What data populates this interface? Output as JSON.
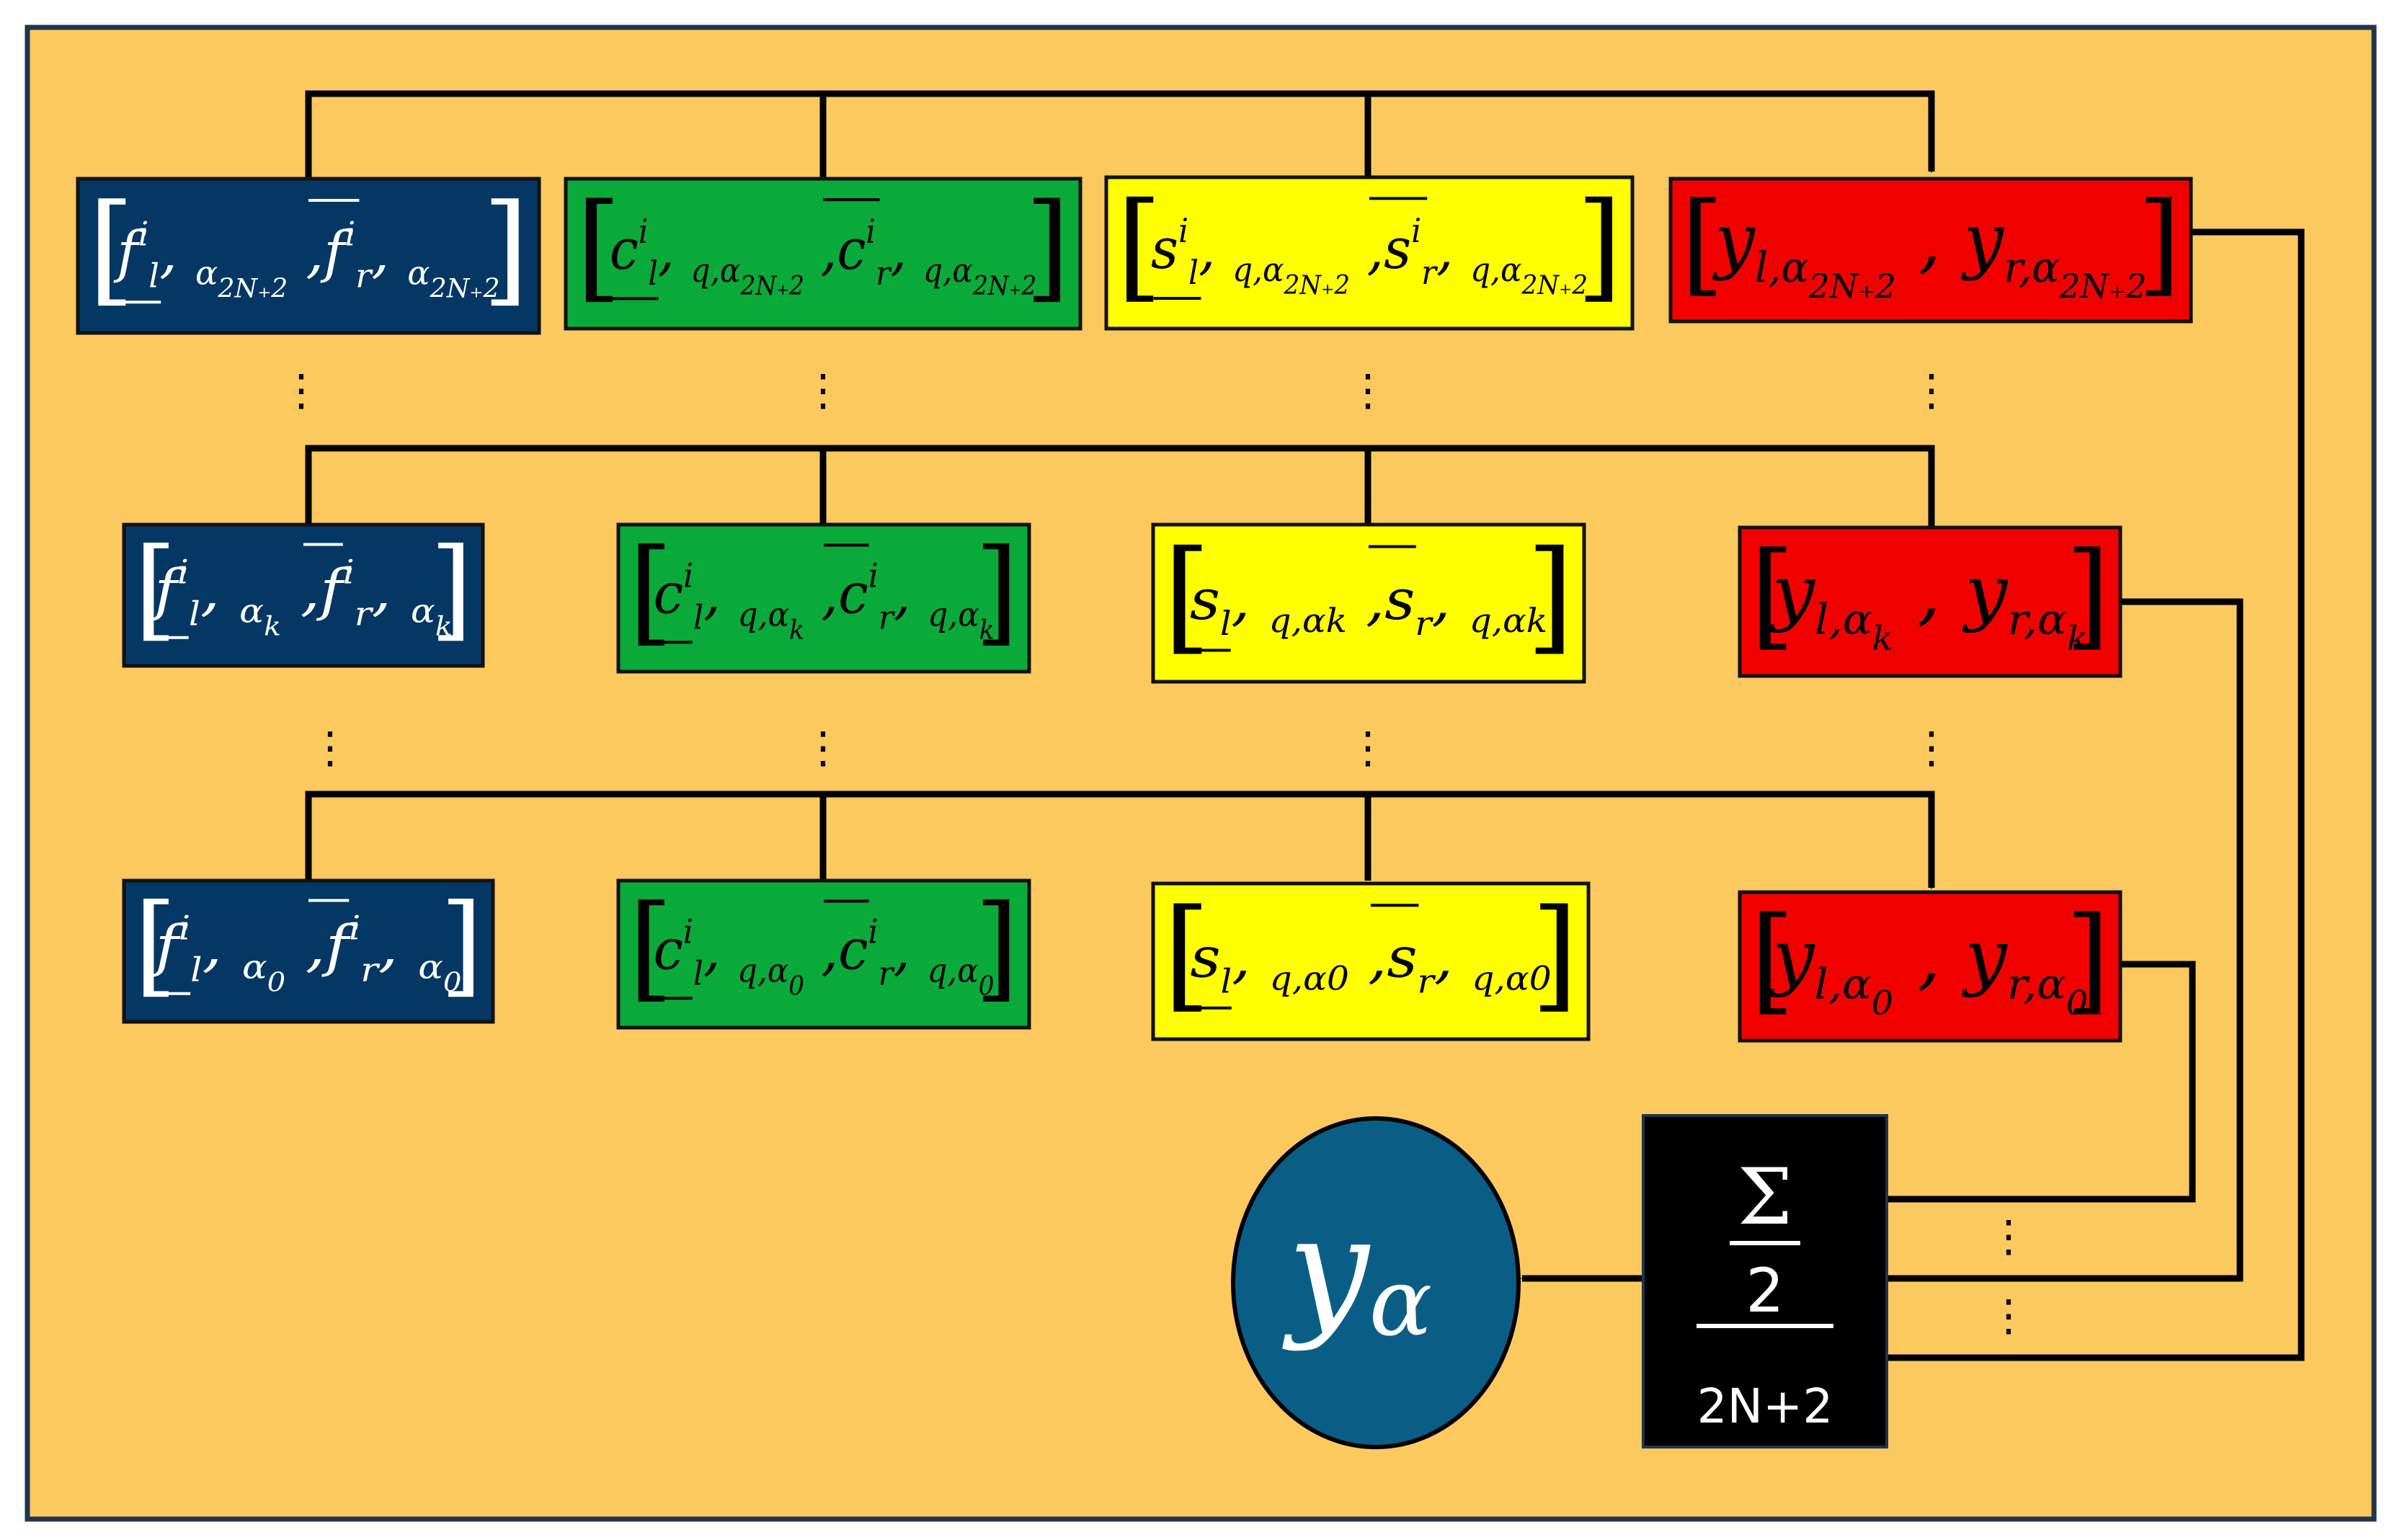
{
  "colors": {
    "frame_bg": "#FCC95F",
    "frame_border": "#1F3550",
    "blue_box": "#053764",
    "green_box": "#0AAA3A",
    "yellow_box": "#FFFF00",
    "red_box": "#F20000",
    "sum_box": "#000000",
    "output_node": "#0A5E86",
    "wire": "#000000"
  },
  "rows": [
    {
      "level_sub": "2N+2",
      "blue": {
        "base": "f",
        "left": "l",
        "right": "r",
        "sup": "i",
        "alpha_sub": "α",
        "alpha_subsub": "2N₊2"
      },
      "green": {
        "base": "c",
        "left": "l",
        "right": "r",
        "sup": "i",
        "q": "q,",
        "alpha_sub": "α",
        "alpha_subsub": "2N₊2"
      },
      "yellow": {
        "base": "s",
        "left": "l",
        "right": "r",
        "sup": "i",
        "q": "q,",
        "alpha_sub": "α",
        "alpha_subsub": "2N₊2"
      },
      "red": {
        "base": "y",
        "left": "l,α",
        "right": "r,α",
        "alpha_subsub": "2N₊2"
      }
    },
    {
      "level_sub": "k",
      "blue": {
        "base": "f",
        "left": "l",
        "right": "r",
        "sup": "i",
        "alpha_sub": "α",
        "alpha_subsub": "k"
      },
      "green": {
        "base": "c",
        "left": "l",
        "right": "r",
        "sup": "i",
        "q": "q,α",
        "alpha_subsub": "k"
      },
      "yellow": {
        "base": "s",
        "left": "l",
        "right": "r",
        "q": "q,αk"
      },
      "red": {
        "base": "y",
        "left": "l,α",
        "right": "r,α",
        "alpha_subsub": "k"
      }
    },
    {
      "level_sub": "0",
      "blue": {
        "base": "f",
        "left": "l",
        "right": "r",
        "sup": "i",
        "alpha_sub": "α",
        "alpha_subsub": "0"
      },
      "green": {
        "base": "c",
        "left": "l",
        "right": "r",
        "sup": "i",
        "q": "q,α",
        "alpha_subsub": "0"
      },
      "yellow": {
        "base": "s",
        "left": "l",
        "right": "r",
        "q": "q,α0"
      },
      "red": {
        "base": "y",
        "left": "l,α",
        "right": "r,α",
        "alpha_subsub": "0"
      }
    }
  ],
  "ellipsis": "⋮",
  "sum_block": {
    "sigma": "Σ",
    "two": "2",
    "denominator": "2N+2"
  },
  "output": {
    "label": "y",
    "sub": "α"
  }
}
